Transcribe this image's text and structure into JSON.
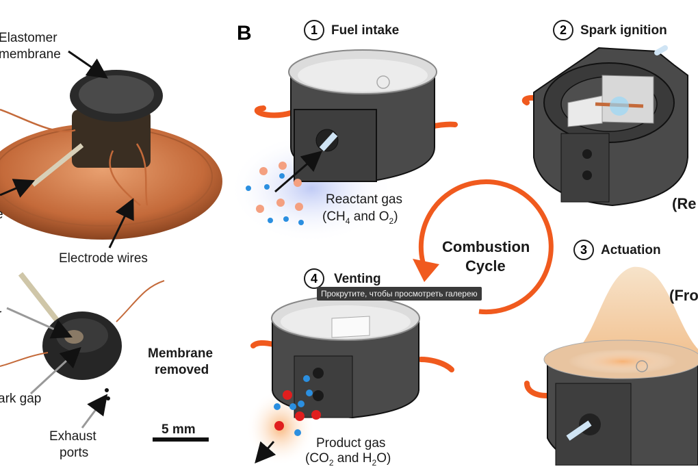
{
  "panel_letter": "B",
  "photo_labels": {
    "elastomer_line1": "Elastomer",
    "elastomer_line2": "membrane",
    "electrode_wires": "Electrode wires",
    "membrane_removed_line1": "Membrane",
    "membrane_removed_line2": "removed",
    "spark_gap": "ark gap",
    "exhaust_line1": "Exhaust",
    "exhaust_line2": "ports",
    "scale": "5 mm",
    "partial_r": "r",
    "partial_e": "e"
  },
  "steps": [
    {
      "number": "1",
      "title": "Fuel intake"
    },
    {
      "number": "2",
      "title": "Spark ignition"
    },
    {
      "number": "3",
      "title": "Actuation"
    },
    {
      "number": "4",
      "title": "Venting"
    }
  ],
  "reactant": {
    "label": "Reactant gas",
    "formula_open": "(CH",
    "sub1": "4",
    "formula_mid": " and O",
    "sub2": "2",
    "formula_close": ")"
  },
  "product": {
    "label": "Product gas",
    "formula_open": "(CO",
    "sub1": "2",
    "formula_mid": " and H",
    "sub2": "2",
    "formula_close": "O)"
  },
  "cycle": {
    "line1": "Combustion",
    "line2": "Cycle"
  },
  "cut_labels": {
    "right_top": "(Re",
    "right_mid": "(Fro"
  },
  "tooltip": "Прокрутите, чтобы просмотреть галерею",
  "colors": {
    "copper": "#c46a3a",
    "dark_body": "#4a4a4a",
    "cycle_arrow": "#f05a1e",
    "blue_dot": "#2b8fe0",
    "salmon_dot": "#f4a080",
    "red_dot": "#e01e1e"
  }
}
